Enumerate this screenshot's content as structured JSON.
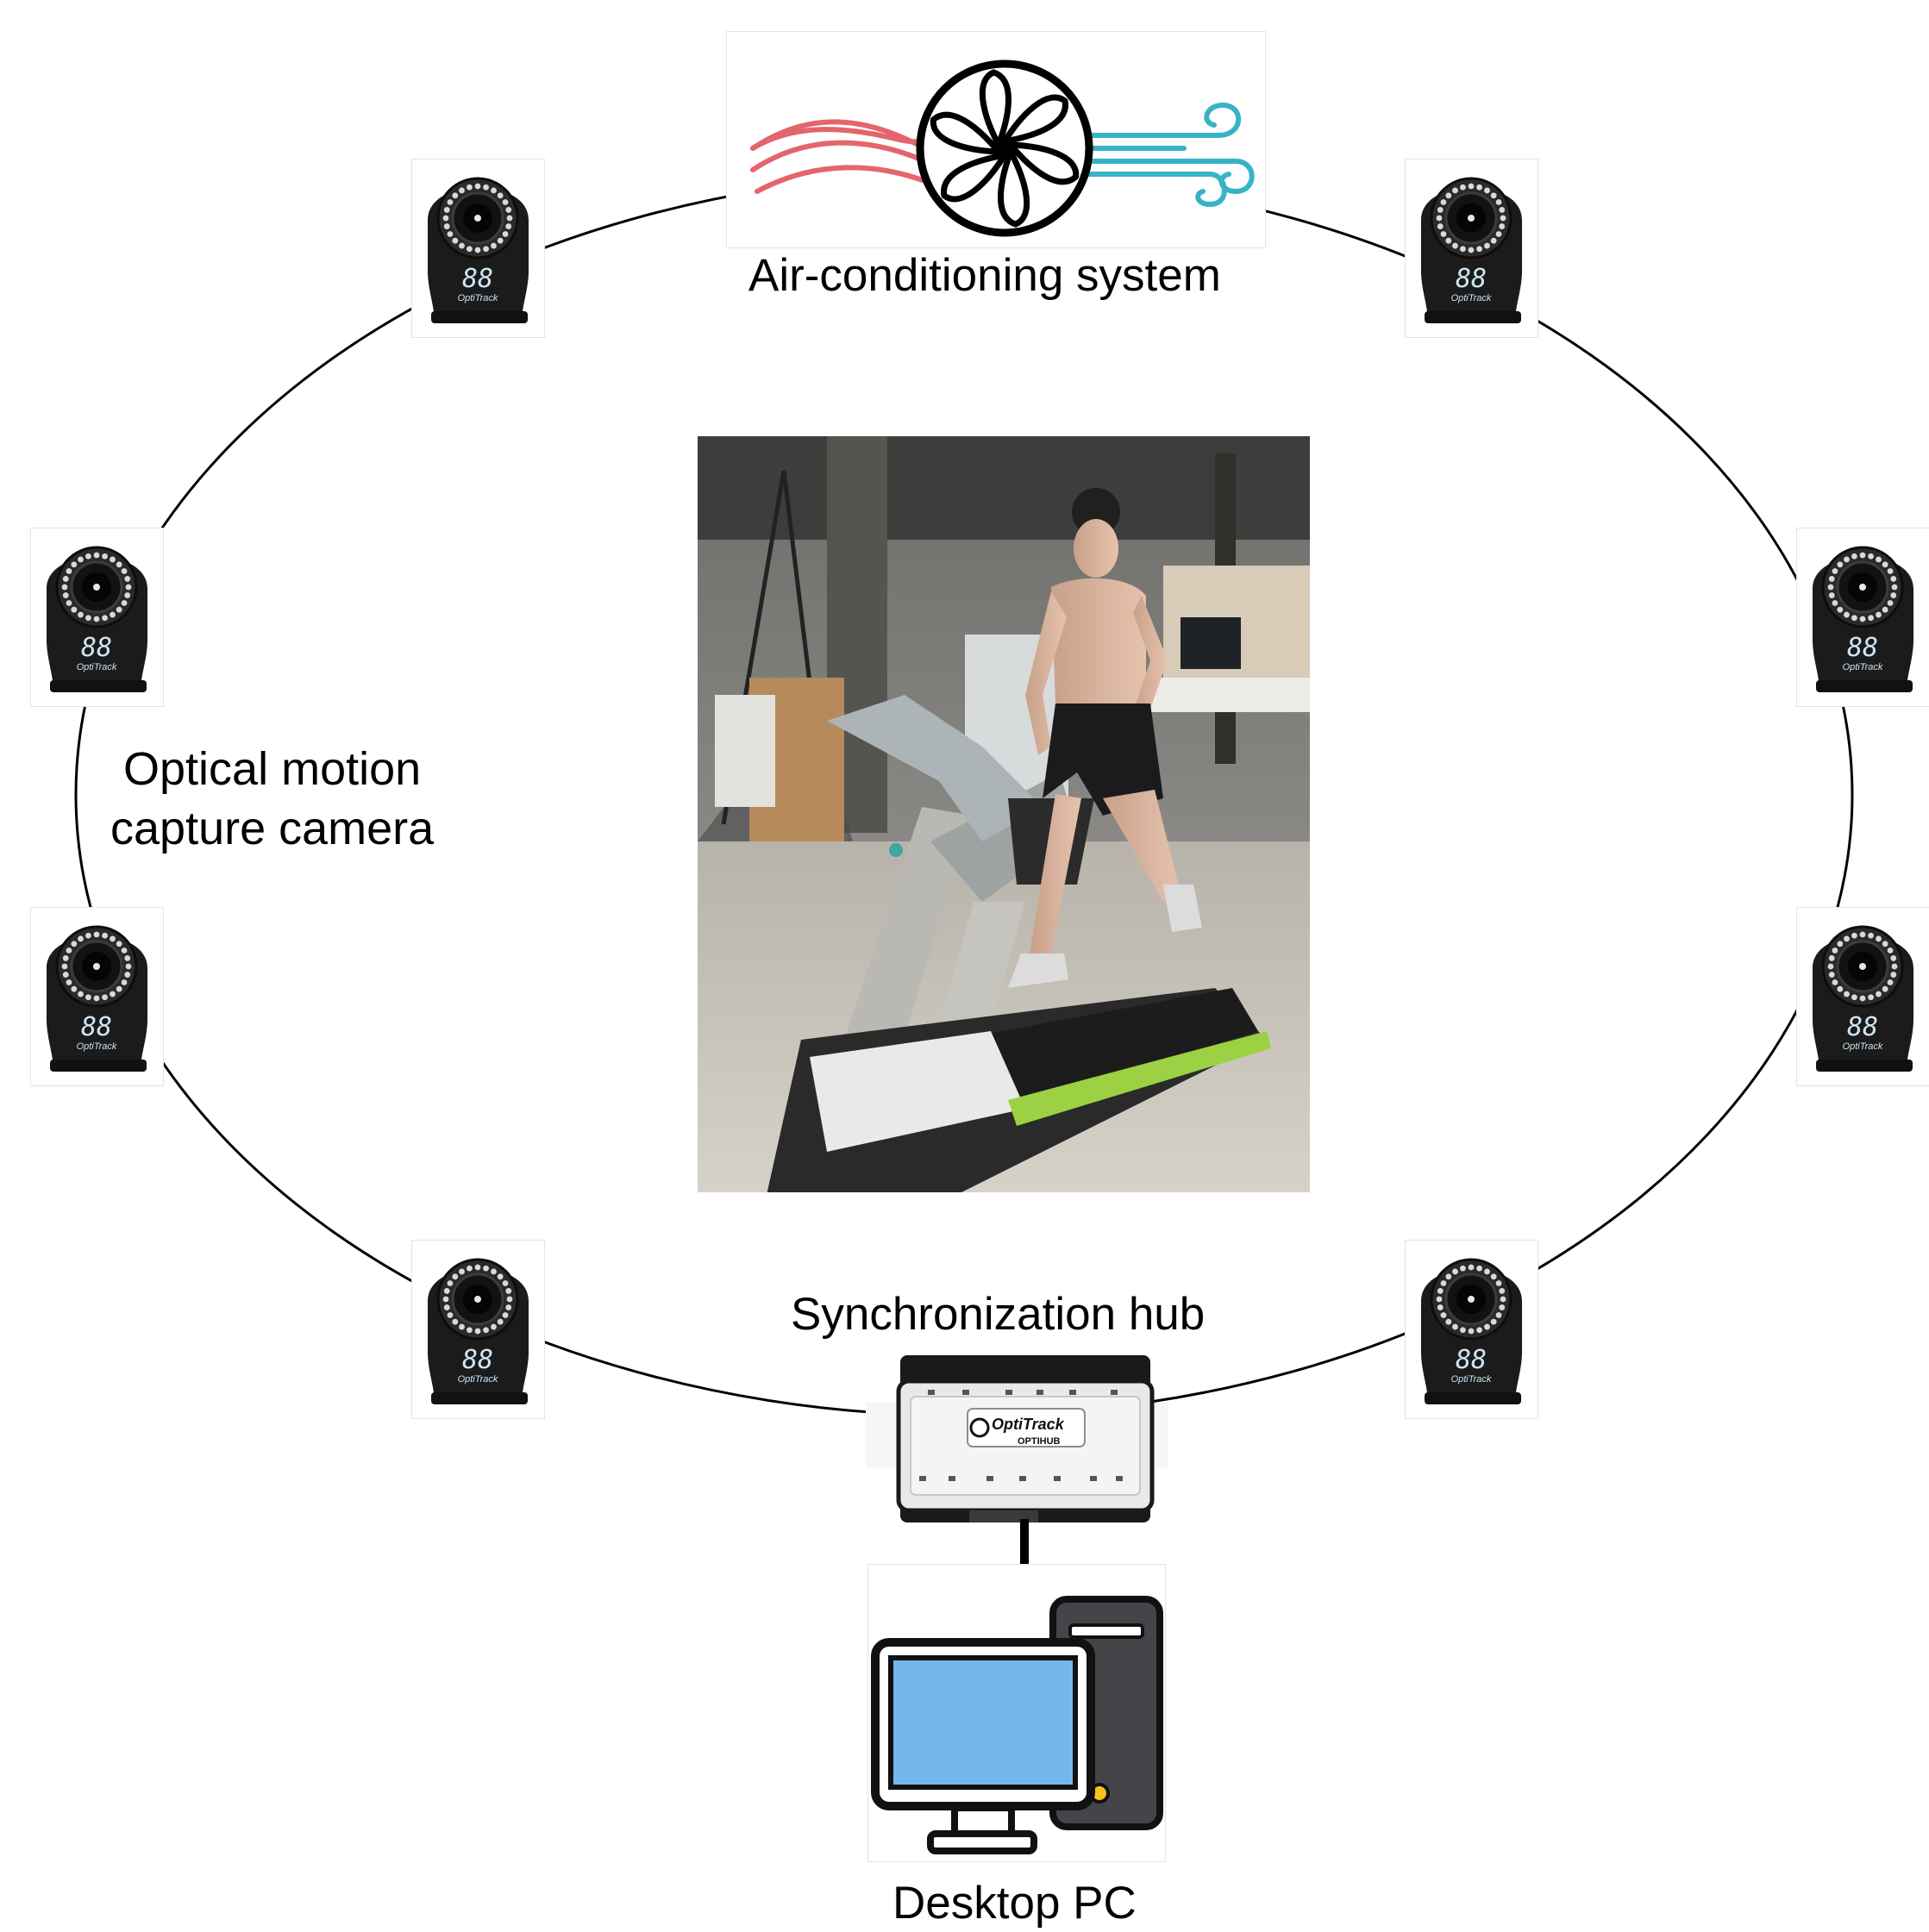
{
  "labels": {
    "ac_system": "Air-conditioning system",
    "camera": "Optical motion\ncapture camera",
    "sync_hub": "Synchronization hub",
    "desktop": "Desktop PC"
  },
  "camera_readout": "88",
  "camera_brand": "OptiTrack",
  "hub_brand": "OptiTrack",
  "hub_model": "OPTIHUB",
  "camera_count": 8,
  "icons": {
    "ac": "fan-icon",
    "camera": "motion-capture-camera-icon",
    "hub": "sync-hub-icon",
    "pc": "desktop-pc-icon",
    "photo": "treadmill-runner-photo"
  },
  "colors": {
    "warm_air": "#e4656b",
    "cool_air": "#37b3c6",
    "screen": "#74b7ea",
    "device_dark": "#1a1a1a"
  }
}
